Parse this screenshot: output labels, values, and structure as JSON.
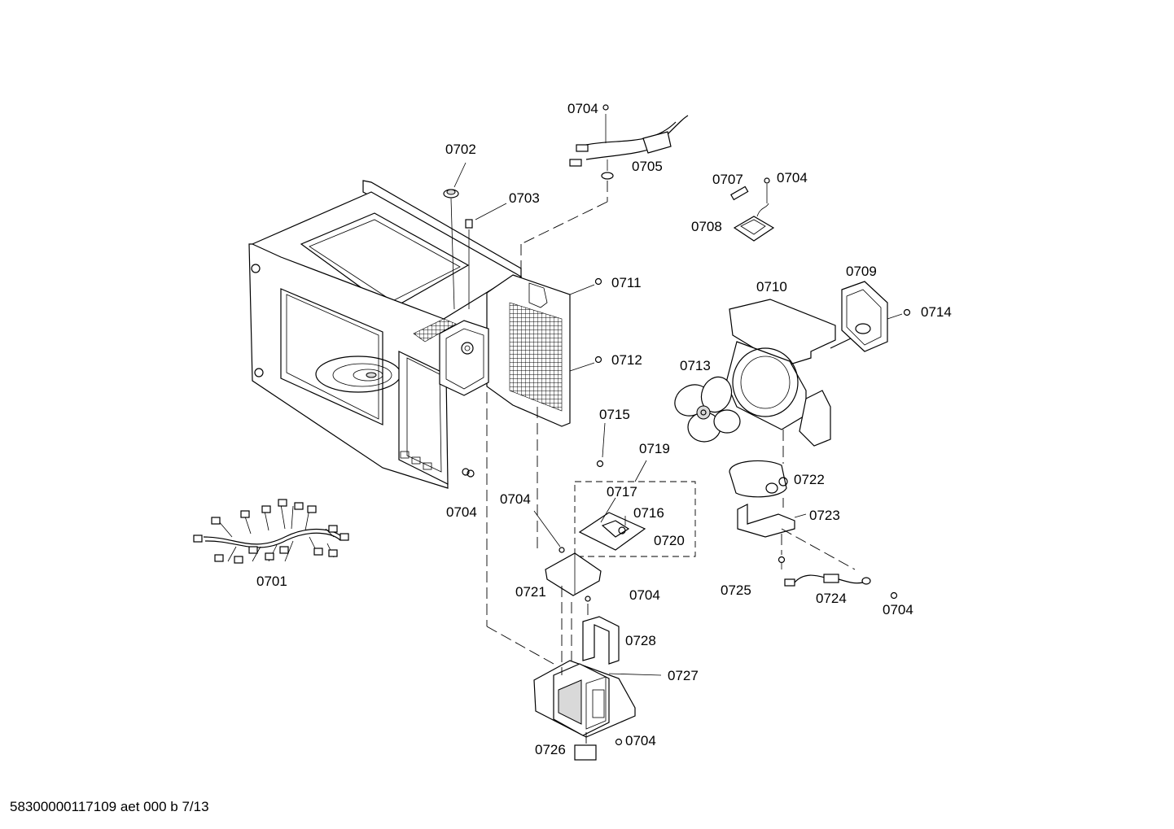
{
  "labels": {
    "p0701": "0701",
    "p0702": "0702",
    "p0703": "0703",
    "p0704": "0704",
    "p0705": "0705",
    "p0707": "0707",
    "p0708": "0708",
    "p0709": "0709",
    "p0710": "0710",
    "p0711": "0711",
    "p0712": "0712",
    "p0713": "0713",
    "p0714": "0714",
    "p0715": "0715",
    "p0716": "0716",
    "p0717": "0717",
    "p0719": "0719",
    "p0720": "0720",
    "p0721": "0721",
    "p0722": "0722",
    "p0723": "0723",
    "p0724": "0724",
    "p0725": "0725",
    "p0726": "0726",
    "p0727": "0727",
    "p0728": "0728"
  },
  "footer": "58300000117109 aet 000 b 7/13"
}
